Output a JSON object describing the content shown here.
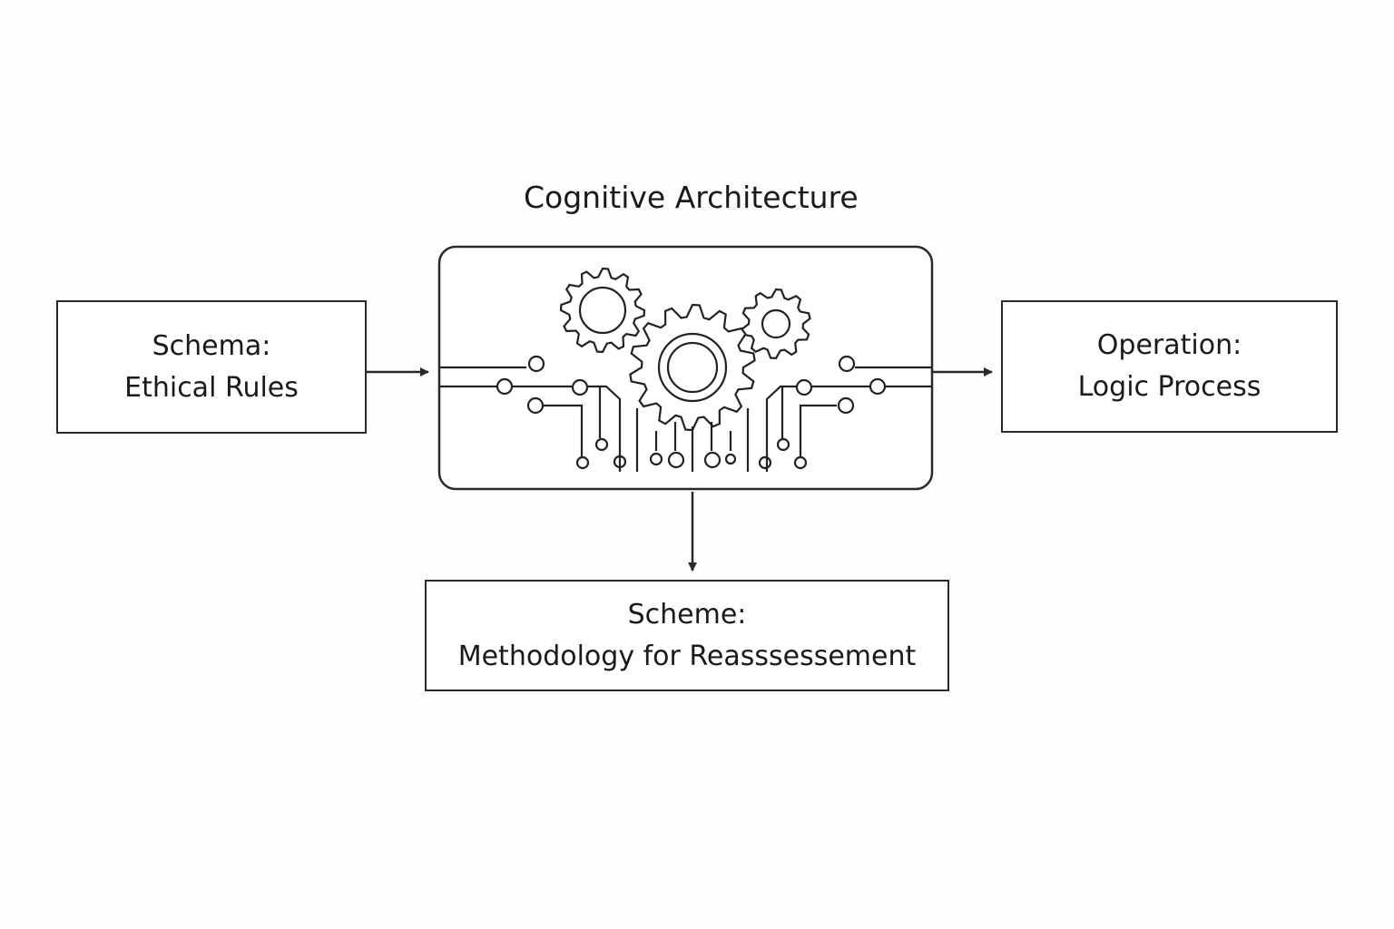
{
  "diagram": {
    "title": "Cognitive Architecture",
    "boxes": {
      "left": {
        "line1": "Schema:",
        "line2": "Ethical Rules"
      },
      "right": {
        "line1": "Operation:",
        "line2": "Logic Process"
      },
      "bottom": {
        "line1": "Scheme:",
        "line2": "Methodology for Reasssessement"
      }
    },
    "center_icon": "gears-circuit-icon",
    "connections": [
      {
        "from": "left",
        "to": "center"
      },
      {
        "from": "center",
        "to": "right"
      },
      {
        "from": "center",
        "to": "bottom"
      }
    ]
  }
}
